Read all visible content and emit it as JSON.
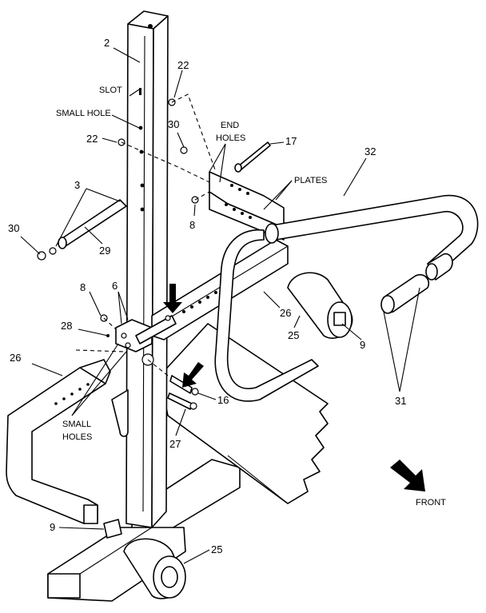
{
  "labels": {
    "n2": "2",
    "n22a": "22",
    "slot": "SLOT",
    "small_hole": "SMALL HOLE",
    "n22b": "22",
    "n30a": "30",
    "end_holes_1": "END",
    "end_holes_2": "HOLES",
    "n17": "17",
    "n32": "32",
    "n3": "3",
    "plates": "PLATES",
    "n30b": "30",
    "n8a": "8",
    "n29": "29",
    "n6": "6",
    "n8b": "8",
    "n26a": "26",
    "n28": "28",
    "n25a": "25",
    "n9a": "9",
    "n26b": "26",
    "n16": "16",
    "n31": "31",
    "small_holes_1": "SMALL",
    "small_holes_2": "HOLES",
    "n27": "27",
    "front": "FRONT",
    "n9b": "9",
    "n25b": "25"
  },
  "colors": {
    "line": "#000000",
    "paper": "#ffffff"
  },
  "icons": {
    "front_arrow": "front-arrow-icon",
    "pointer_arrow": "pointer-arrow-icon"
  }
}
